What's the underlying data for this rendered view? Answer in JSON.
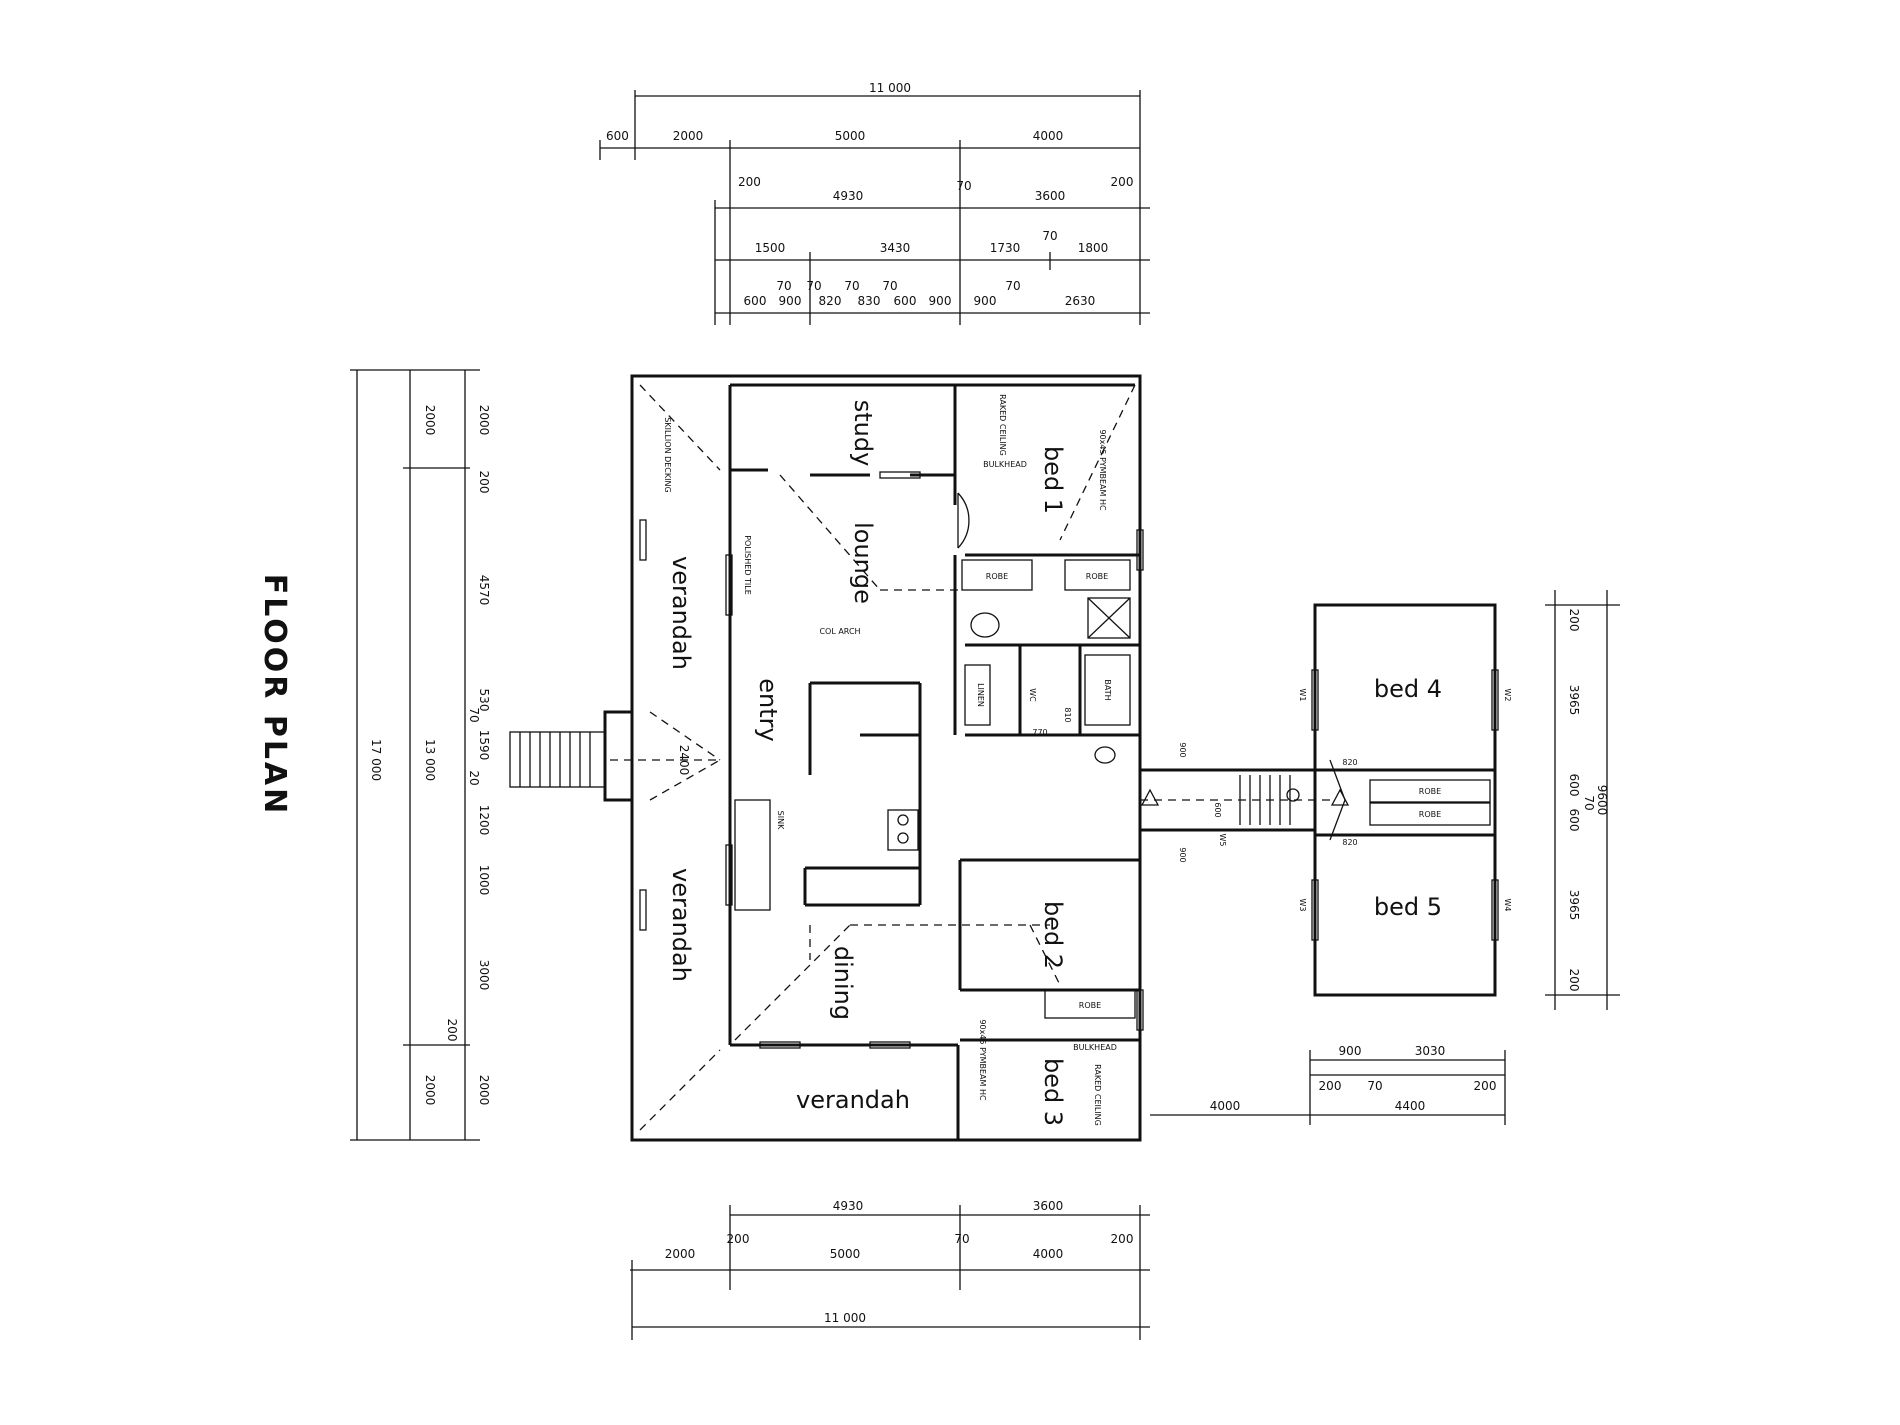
{
  "title": "FLOOR PLAN",
  "dims_top": {
    "overall": "11 000",
    "row1": [
      "600",
      "2000",
      "5000",
      "4000"
    ],
    "row2": [
      "200",
      "4930",
      "70",
      "3600",
      "200"
    ],
    "row3": [
      "1500",
      "3430",
      "1730",
      "70",
      "1800"
    ],
    "row4": [
      "600",
      "900",
      "70",
      "820",
      "70",
      "830",
      "70",
      "600",
      "70",
      "900",
      "900",
      "70",
      "2630"
    ]
  },
  "dims_bottom": {
    "row1": [
      "4930",
      "3600"
    ],
    "row2": [
      "2000",
      "200",
      "5000",
      "70",
      "4000",
      "200"
    ],
    "overall": "11 000"
  },
  "dims_left": {
    "overall": "17 000",
    "col_house": "13 000",
    "col_a": [
      "2000",
      "200",
      "4570",
      "530",
      "70",
      "1590",
      "20",
      "1200",
      "1000",
      "3000",
      "200",
      "2000"
    ],
    "col_b": [
      "2000",
      "2000"
    ]
  },
  "dims_right": {
    "overall": "9600",
    "parts": [
      "200",
      "3965",
      "600",
      "70",
      "600",
      "3965",
      "200"
    ]
  },
  "dims_wing_bottom": {
    "row1": [
      "900",
      "3030"
    ],
    "row2": [
      "200",
      "70",
      "200"
    ],
    "row3": [
      "4000",
      "4400"
    ]
  },
  "rooms": {
    "study": "study",
    "bed1": "bed 1",
    "lounge": "lounge",
    "verandah_top": "verandah",
    "entry": "entry",
    "verandah_mid": "verandah",
    "dining": "dining",
    "bed2": "bed 2",
    "verandah_bottom": "verandah",
    "bed3": "bed 3",
    "bed4": "bed 4",
    "bed5": "bed 5"
  },
  "fixtures": {
    "robe_bed1_left": "ROBE",
    "robe_bed1_right": "ROBE",
    "robe_bed2": "ROBE",
    "robe_wing_1": "ROBE",
    "robe_wing_2": "ROBE",
    "bath": "BATH",
    "linen": "LINEN",
    "wc": "WC",
    "bulkhead_top": "BULKHEAD",
    "bulkhead_bottom": "BULKHEAD",
    "pymbeam_top": "90x45 PYMBEAM HC",
    "pymbeam_bottom": "90x45 PYMBEAM HC",
    "raked_ceiling_top": "RAKED CEILING",
    "raked_ceiling_bottom": "RAKED CEILING",
    "col_arch": "COL ARCH",
    "skillion": "SKILLION DECKING",
    "polished": "POLISHED TILE",
    "sink": "SINK",
    "wing_w1": "W1",
    "wing_w2": "W2",
    "wing_w3": "W3",
    "wing_w4": "W4",
    "wing_w5": "W5",
    "ramp_dim": "2400",
    "d_820_top": "820",
    "d_820_bottom": "820",
    "d_770": "770",
    "d_810": "810",
    "d_600": "600",
    "d_900a": "900",
    "d_900b": "900"
  }
}
